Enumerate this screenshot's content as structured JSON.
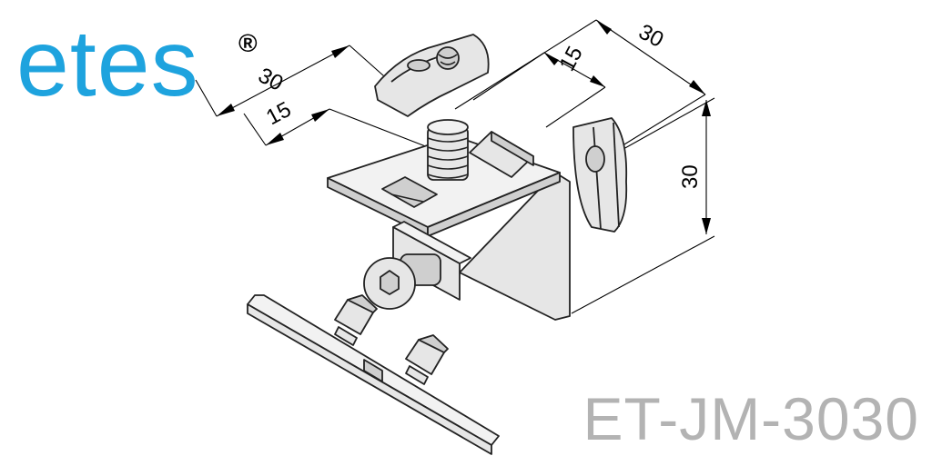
{
  "logo": {
    "text": "etes",
    "registered": "®",
    "color": "#1ea3de"
  },
  "part_number": {
    "text": "ET-JM-3030",
    "color": "#b3b3b3"
  },
  "dimensions": {
    "top_width": "30",
    "top_half": "15",
    "side_width": "30",
    "side_half": "15",
    "height": "30"
  }
}
